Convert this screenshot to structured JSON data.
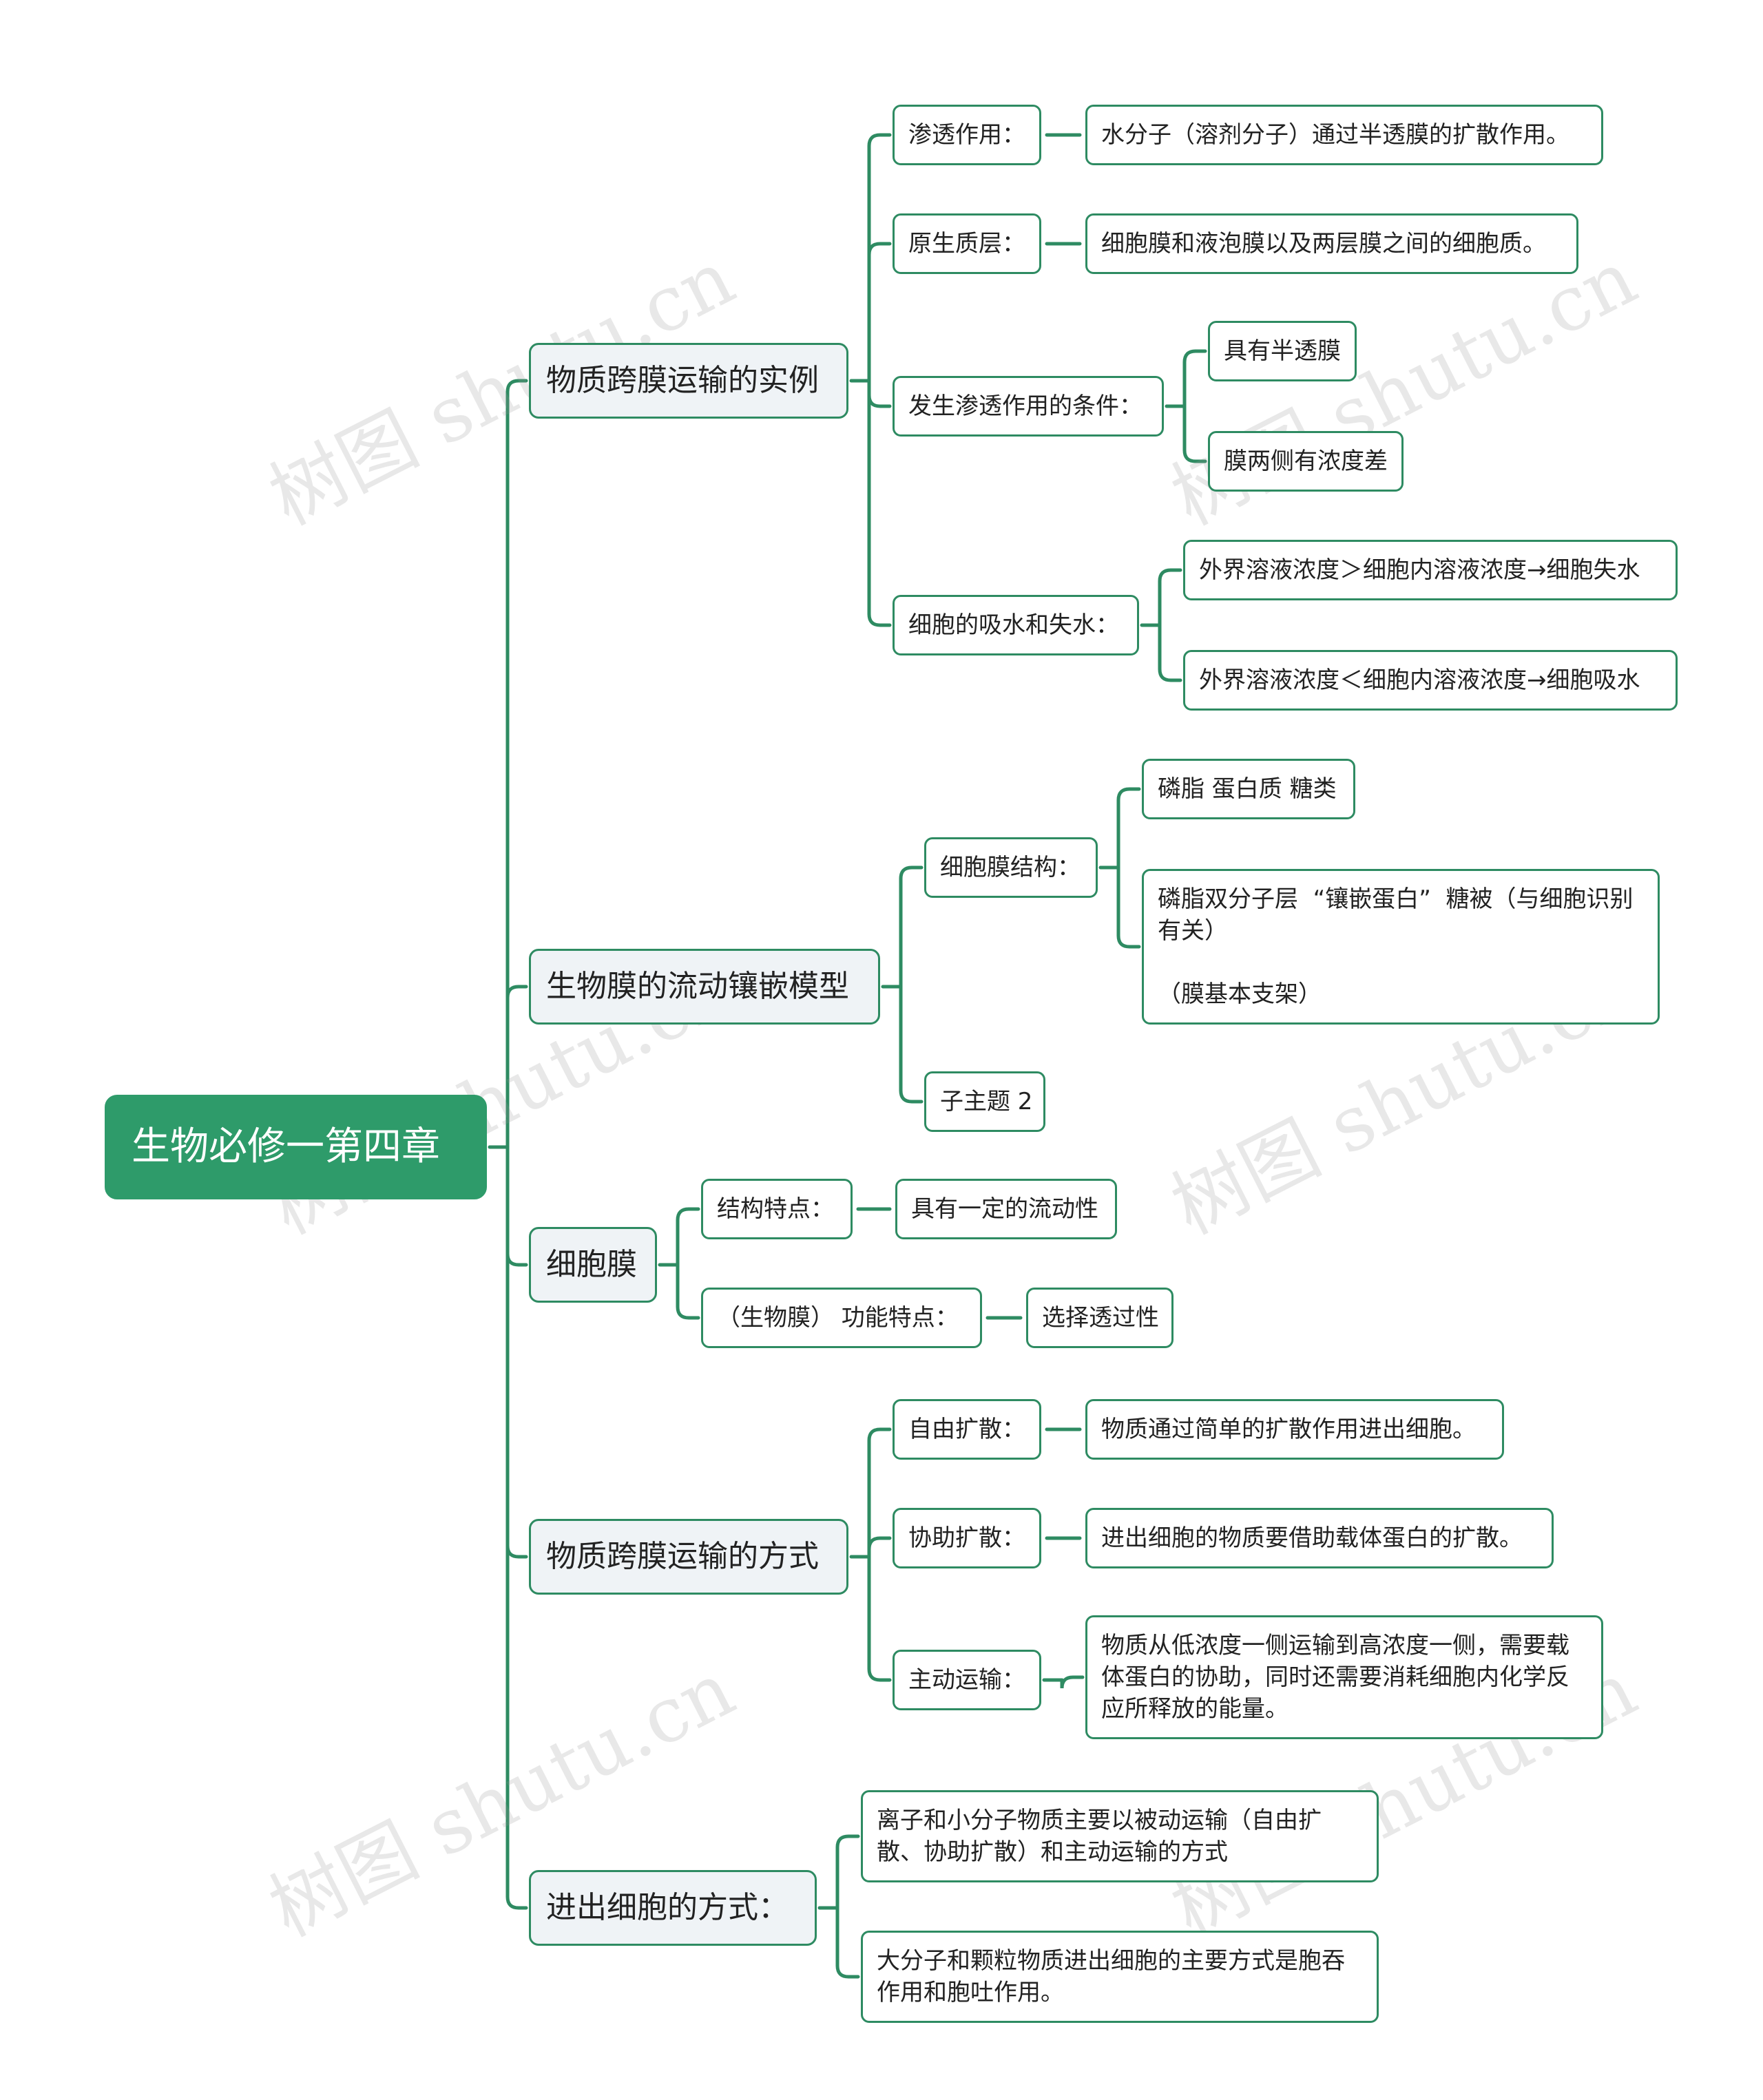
{
  "watermark": "树图 shutu.cn",
  "colors": {
    "accent": "#2e8b62",
    "root_bg": "#2e9b6a",
    "level1_bg": "#eff3f6"
  },
  "root": {
    "text": "生物必修一第四章"
  },
  "branches": [
    {
      "text": "物质跨膜运输的实例",
      "children": [
        {
          "text": "渗透作用：",
          "children": [
            {
              "text": "水分子（溶剂分子）通过半透膜的扩散作用。"
            }
          ]
        },
        {
          "text": "原生质层：",
          "children": [
            {
              "text": "细胞膜和液泡膜以及两层膜之间的细胞质。"
            }
          ]
        },
        {
          "text": "发生渗透作用的条件：",
          "children": [
            {
              "text": "具有半透膜"
            },
            {
              "text": "膜两侧有浓度差"
            }
          ]
        },
        {
          "text": "细胞的吸水和失水：",
          "children": [
            {
              "text": "外界溶液浓度＞细胞内溶液浓度→细胞失水"
            },
            {
              "text": "外界溶液浓度＜细胞内溶液浓度→细胞吸水"
            }
          ]
        }
      ]
    },
    {
      "text": "生物膜的流动镶嵌模型",
      "children": [
        {
          "text": "细胞膜结构：",
          "children": [
            {
              "text": "磷脂  蛋白质  糖类"
            },
            {
              "text": "磷脂双分子层  “镶嵌蛋白”  糖被（与细胞识别有关）\n\n（膜基本支架）"
            }
          ]
        },
        {
          "text": "子主题 2"
        }
      ]
    },
    {
      "text": "细胞膜",
      "children": [
        {
          "text": "结构特点：",
          "children": [
            {
              "text": "具有一定的流动性"
            }
          ]
        },
        {
          "text": "（生物膜）  功能特点：",
          "children": [
            {
              "text": "选择透过性"
            }
          ]
        }
      ]
    },
    {
      "text": "物质跨膜运输的方式",
      "children": [
        {
          "text": "自由扩散：",
          "children": [
            {
              "text": "物质通过简单的扩散作用进出细胞。"
            }
          ]
        },
        {
          "text": "协助扩散：",
          "children": [
            {
              "text": "进出细胞的物质要借助载体蛋白的扩散。"
            }
          ]
        },
        {
          "text": "主动运输：",
          "children": [
            {
              "text": "物质从低浓度一侧运输到高浓度一侧，需要载体蛋白的协助，同时还需要消耗细胞内化学反应所释放的能量。"
            }
          ]
        }
      ]
    },
    {
      "text": "进出细胞的方式：",
      "children": [
        {
          "text": "离子和小分子物质主要以被动运输（自由扩散、协助扩散）和主动运输的方式"
        },
        {
          "text": "大分子和颗粒物质进出细胞的主要方式是胞吞作用和胞吐作用。"
        }
      ]
    }
  ]
}
